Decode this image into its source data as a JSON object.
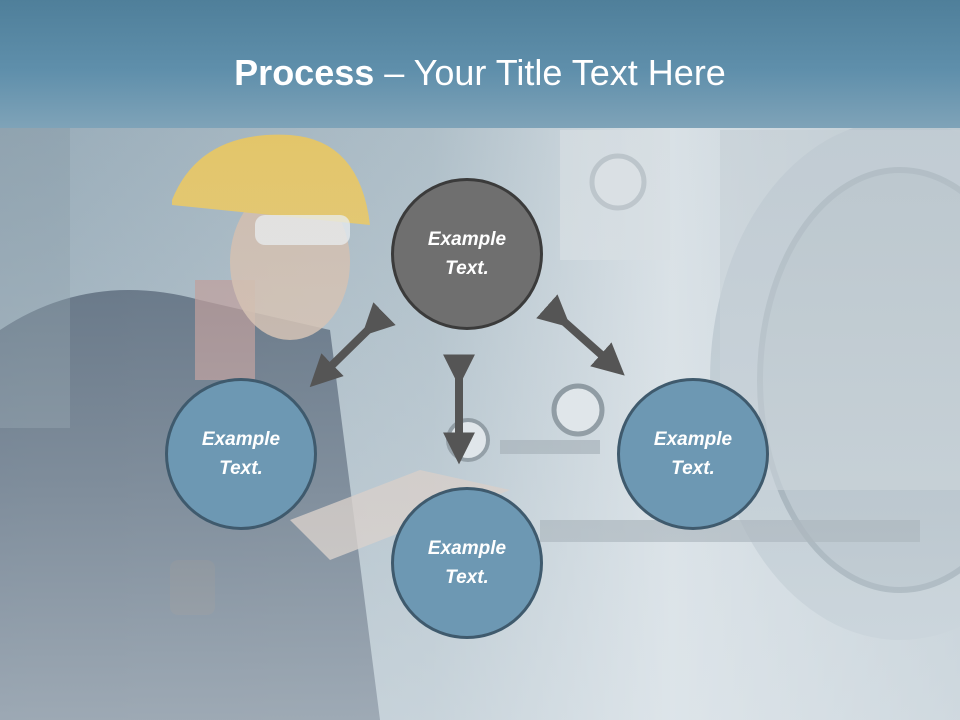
{
  "slide": {
    "title_strong": "Process",
    "title_rest": " – Your Title Text Here"
  },
  "nodes": {
    "center": {
      "line1": "Example",
      "line2": "Text."
    },
    "left": {
      "line1": "Example",
      "line2": "Text."
    },
    "bottom": {
      "line1": "Example",
      "line2": "Text."
    },
    "right": {
      "line1": "Example",
      "line2": "Text."
    }
  },
  "colors": {
    "title_bar": "#5f8fab",
    "node_fill": "#6d98b3",
    "center_fill": "#6f6f6f",
    "arrow": "#555555"
  }
}
